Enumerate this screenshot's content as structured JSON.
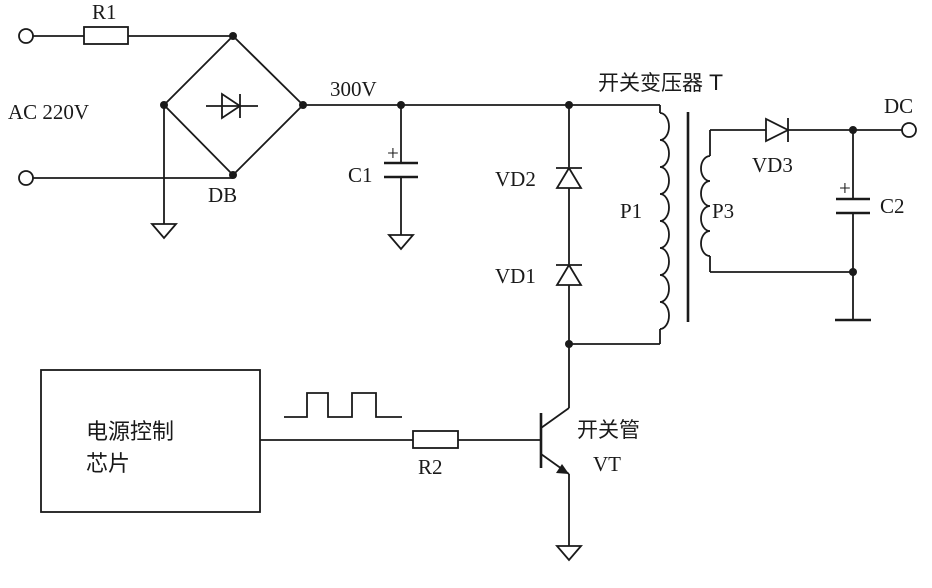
{
  "labels": {
    "r1": "R1",
    "ac": "AC 220V",
    "db": "DB",
    "v300": "300V",
    "c1": "C1",
    "plus_c1": "+",
    "vd2": "VD2",
    "vd1": "VD1",
    "transformer": "开关变压器 T",
    "p1": "P1",
    "p3": "P3",
    "vd3": "VD3",
    "dc": "DC",
    "c2": "C2",
    "plus_c2": "+",
    "chip_line1": "电源控制",
    "chip_line2": "芯片",
    "r2": "R2",
    "switch_line1": "开关管",
    "switch_line2": "VT"
  }
}
